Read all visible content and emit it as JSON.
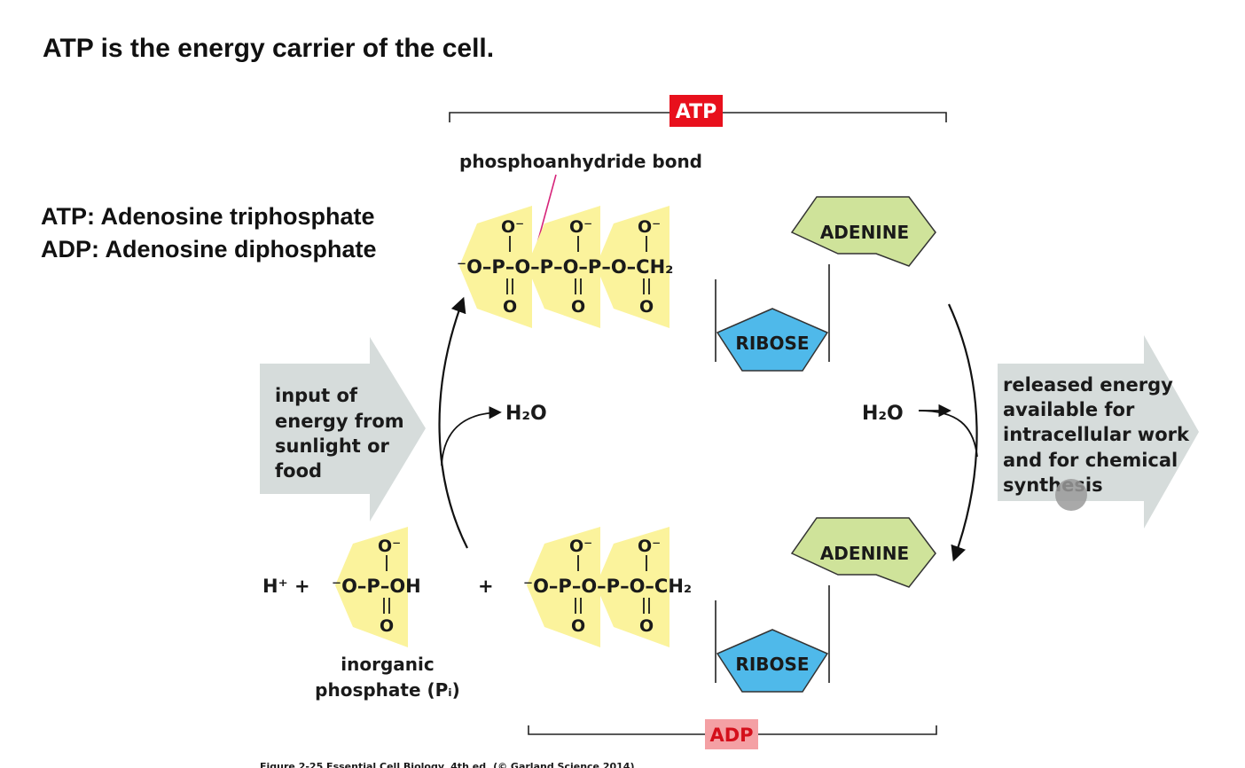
{
  "title": "ATP is the energy carrier of the cell.",
  "definitions": {
    "atp": "ATP: Adenosine triphosphate",
    "adp": "ADP: Adenosine diphosphate"
  },
  "diagram": {
    "atp_tag": "ATP",
    "adp_tag": "ADP",
    "bond_label": "phosphoanhydride bond",
    "adenine": "ADENINE",
    "ribose": "RIBOSE",
    "water": "H₂O",
    "input_energy": [
      "input of",
      "energy from",
      "sunlight or",
      "food"
    ],
    "released_energy": [
      "released energy",
      "available for",
      "intracellular work",
      "and for chemical",
      "synthesis"
    ],
    "hydrogen_ion": "H⁺ +",
    "plus": "+",
    "inorganic_phosphate": [
      "inorganic",
      "phosphate (Pᵢ)"
    ],
    "atp_chain": "⁻O–P–O–P–O–P–O–CH₂",
    "adp_chain": "⁻O–P–O–P–O–CH₂",
    "pi_chain": "⁻O–P–OH",
    "oxygen_top": "O⁻",
    "oxygen_bottom": "O",
    "caption": "Figure 2-25 Essential Cell Biology, 4th ed. (© Garland Science 2014)"
  },
  "colors": {
    "atp_tag": "#e8101c",
    "adp_tag": "#f4a0a4",
    "phosphate": "#fbf39c",
    "adenine": "#cfe39a",
    "ribose": "#4fb9ea",
    "energy_arrow": "#d6dcdb",
    "bond_line": "#d6247a"
  }
}
